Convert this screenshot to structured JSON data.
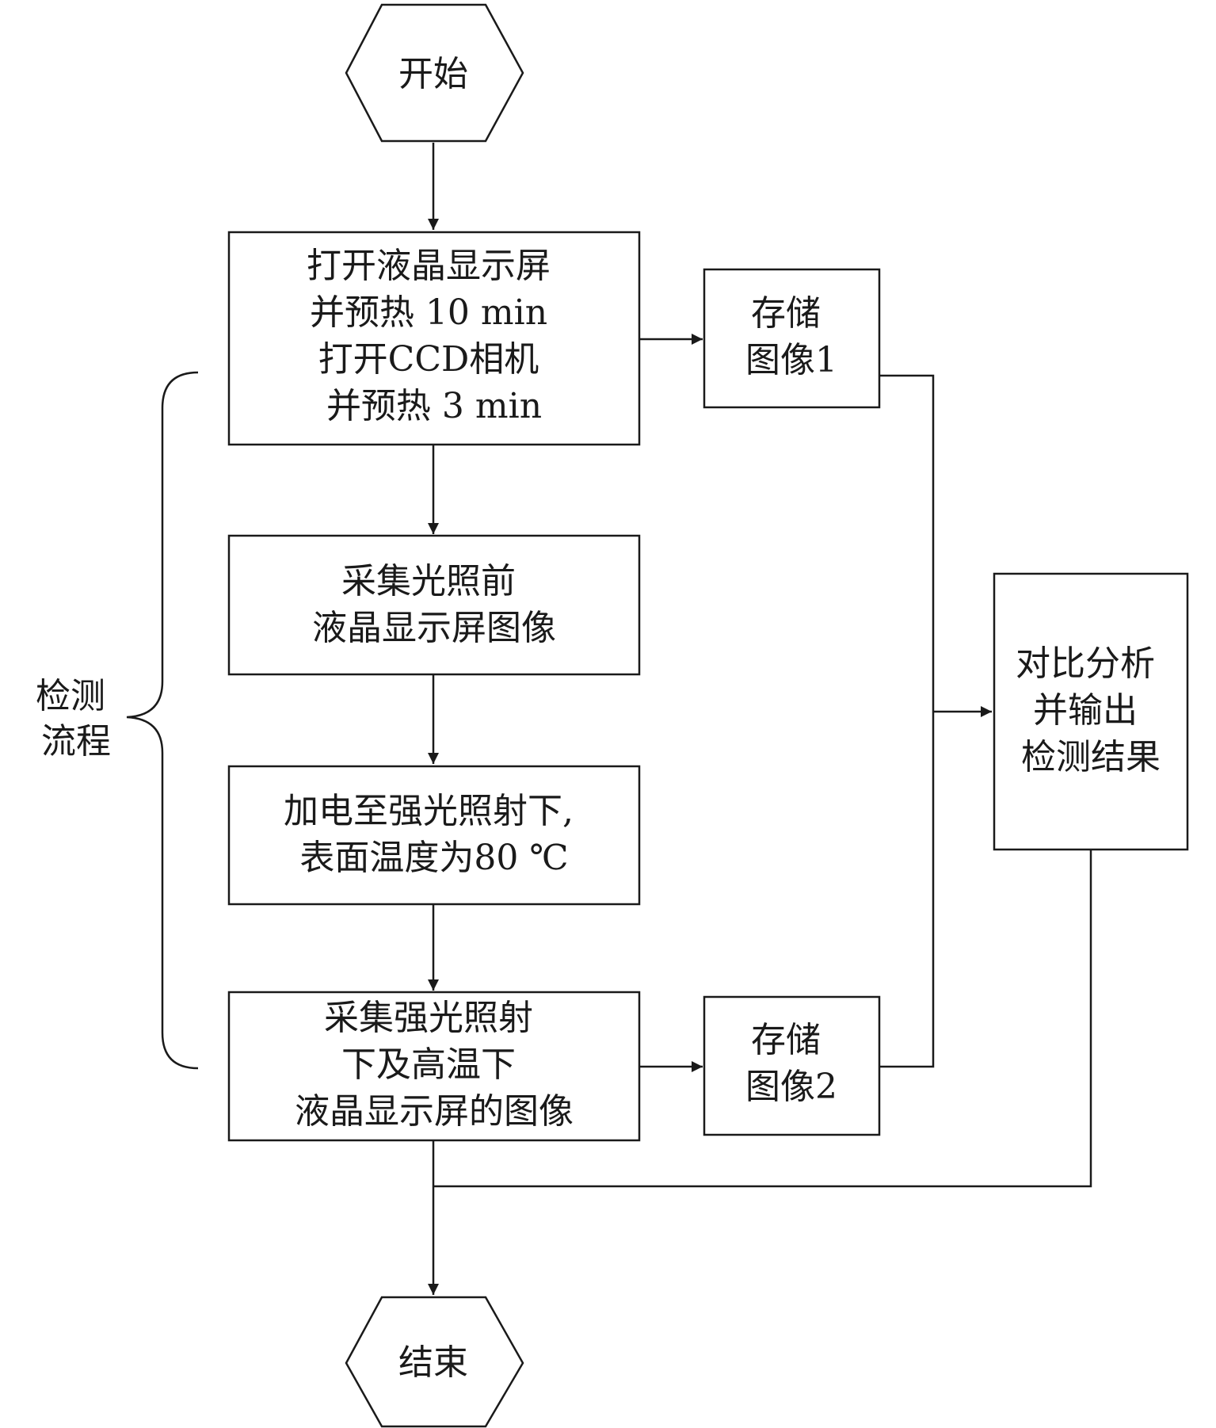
{
  "nodes": {
    "start": {
      "lines": [
        "开始"
      ]
    },
    "step1": {
      "lines": [
        "打开液晶显示屏",
        "并预热 10 min",
        "打开CCD相机",
        "并预热 3 min"
      ]
    },
    "step2": {
      "lines": [
        "采集光照前",
        "液晶显示屏图像"
      ]
    },
    "step3": {
      "lines": [
        "加电至强光照射下,",
        "表面温度为80 ℃"
      ]
    },
    "step4": {
      "lines": [
        "采集强光照射",
        "下及高温下",
        "液晶显示屏的图像"
      ]
    },
    "store1": {
      "lines": [
        "存储",
        "图像1"
      ]
    },
    "store2": {
      "lines": [
        "存储",
        "图像2"
      ]
    },
    "analyze": {
      "lines": [
        "对比分析",
        "并输出",
        "检测结果"
      ]
    },
    "end": {
      "lines": [
        "结束"
      ]
    }
  },
  "brace_label": {
    "lines": [
      "检测",
      "流程"
    ]
  },
  "colors": {
    "stroke": "#1a1a1a",
    "fill": "#ffffff",
    "text": "#1a1a1a"
  }
}
